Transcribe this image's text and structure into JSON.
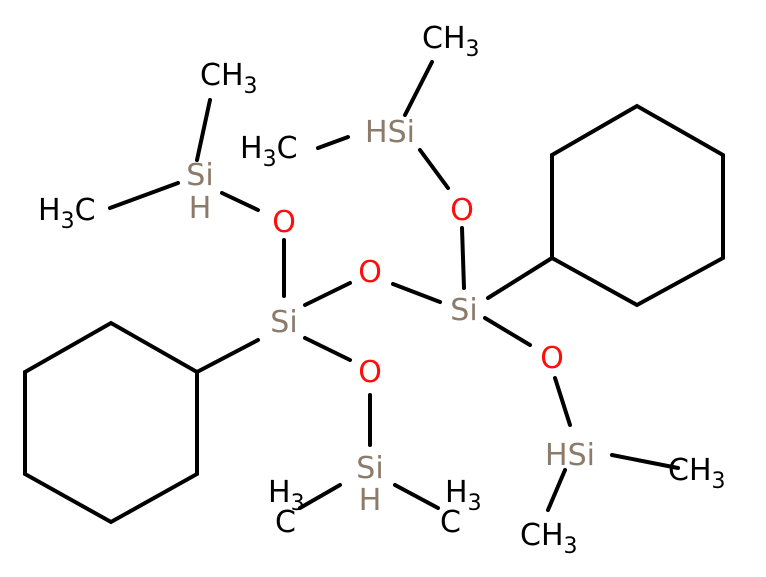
{
  "colors": {
    "background": "#ffffff",
    "bond": "#000000",
    "silicon": "#8c7b6b",
    "oxygen": "#ff0d0d",
    "carbon": "#000000"
  },
  "atoms": {
    "si_top_left": "Si",
    "h_top_left": "H",
    "ch3_a_main": "CH",
    "ch3_a_sub": "3",
    "ch3_b_h": "H",
    "ch3_b_sub": "3",
    "ch3_b_c": "C",
    "o_1": "O",
    "hsi_top": "HSi",
    "ch3_c_main": "CH",
    "ch3_c_sub": "3",
    "ch3_d_h": "H",
    "ch3_d_sub": "3",
    "ch3_d_c": "C",
    "o_2": "O",
    "o_bridge": "O",
    "si_ring_left": "Si",
    "si_ring_right": "Si",
    "o_3": "O",
    "o_4": "O",
    "si_bottom": "Si",
    "h_bottom": "H",
    "ch3_e_h": "H",
    "ch3_e_sub": "3",
    "ch3_e_c": "C",
    "ch3_f_h": "H",
    "ch3_f_sub": "3",
    "ch3_f_c": "C",
    "hsi_bottom_right": "HSi",
    "ch3_g_main": "CH",
    "ch3_g_sub": "3",
    "ch3_h_main": "CH",
    "ch3_h_sub": "3"
  }
}
